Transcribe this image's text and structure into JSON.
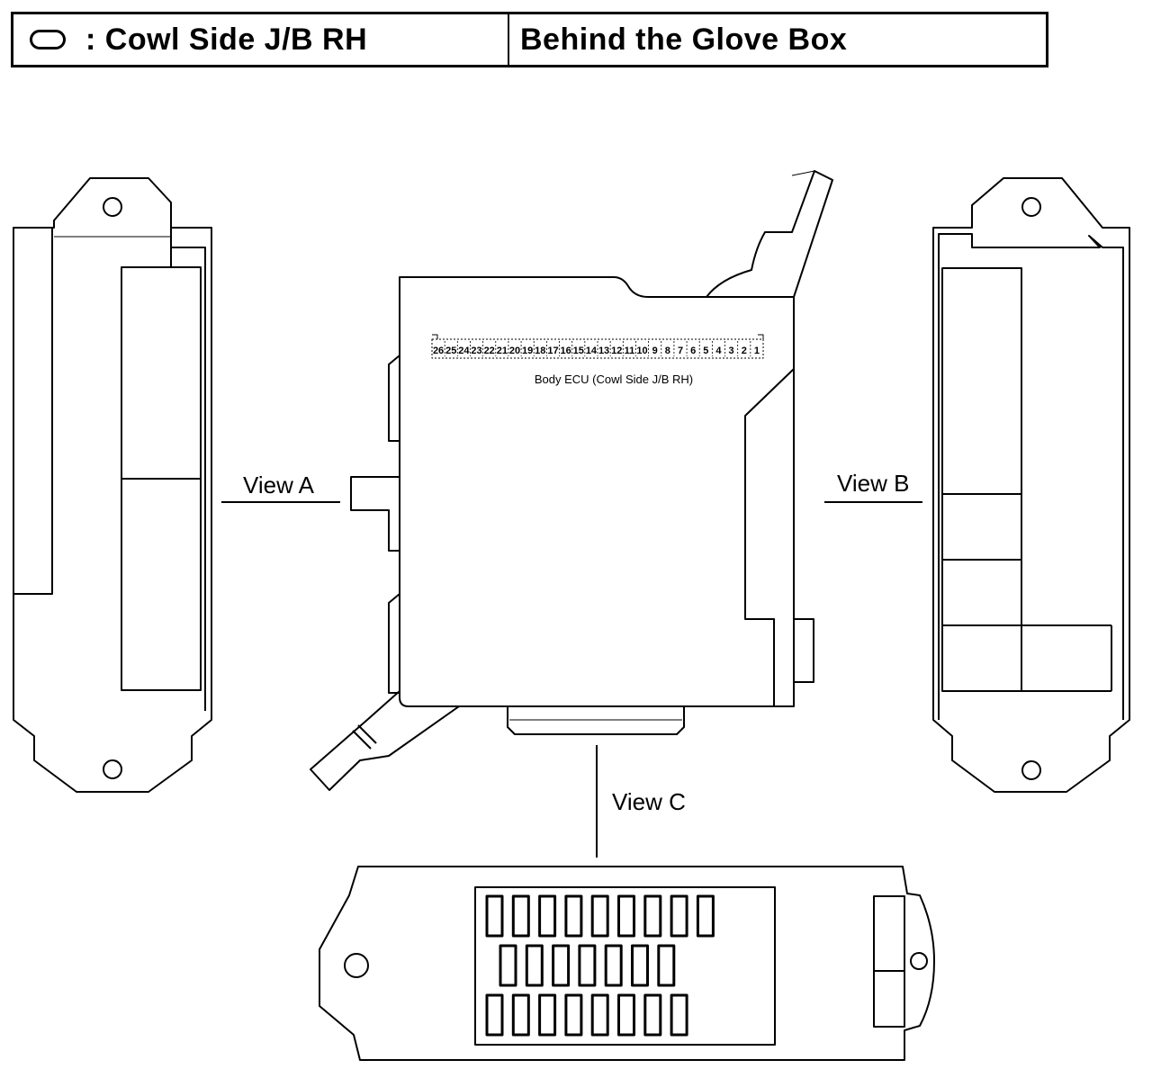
{
  "header": {
    "title": ": Cowl Side J/B RH",
    "location": "Behind the Glove Box",
    "location_icon": "oval-location-icon"
  },
  "diagram": {
    "component_label": "Body ECU (Cowl Side J/B RH)",
    "connector_pins": [
      "26",
      "25",
      "24",
      "23",
      "22",
      "21",
      "20",
      "19",
      "18",
      "17",
      "16",
      "15",
      "14",
      "13",
      "12",
      "11",
      "10",
      "9",
      "8",
      "7",
      "6",
      "5",
      "4",
      "3",
      "2",
      "1"
    ],
    "views": {
      "a": "View A",
      "b": "View B",
      "c": "View C"
    }
  }
}
